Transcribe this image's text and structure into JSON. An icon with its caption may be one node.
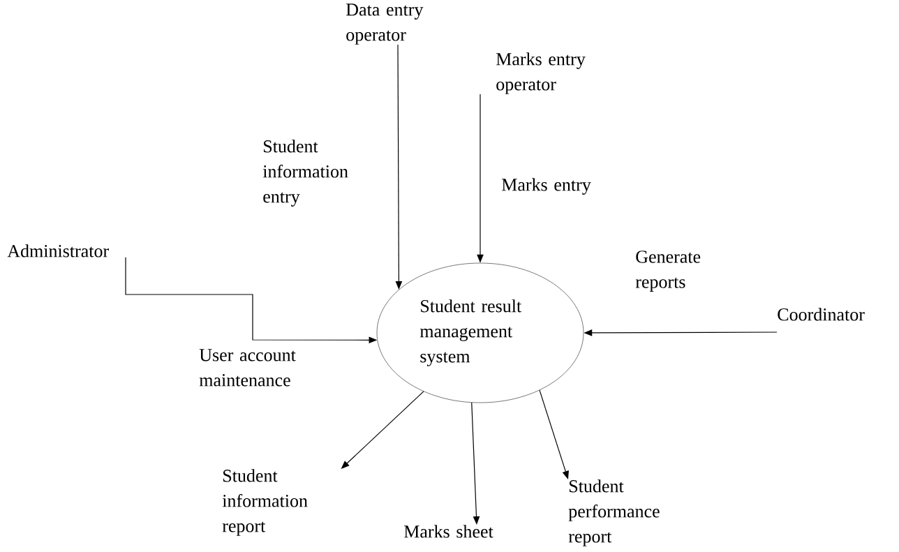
{
  "diagram": {
    "nodes": [
      {
        "text": [
          "Data entry operator"
        ]
      },
      {
        "text": [
          "Marks entry operator"
        ]
      },
      {
        "text": [
          "Administrator"
        ]
      },
      {
        "text": [
          "Student result management system"
        ]
      },
      {
        "text": [
          "Coordinator"
        ]
      },
      {
        "text": [
          "Student information report"
        ]
      },
      {
        "text": [
          "Marks sheet"
        ]
      },
      {
        "text": [
          "Student performance report"
        ]
      }
    ],
    "edges": [
      {
        "from": 0,
        "to": 3,
        "arrow": "to",
        "label": "Student information entry"
      },
      {
        "from": 1,
        "to": 3,
        "arrow": "to",
        "label": "Marks entry"
      },
      {
        "from": 2,
        "to": 3,
        "arrow": "to",
        "label": "User account maintenance"
      },
      {
        "from": 4,
        "to": 3,
        "arrow": "to",
        "label": "Generate reports"
      },
      {
        "from": 3,
        "to": 5,
        "arrow": "to"
      },
      {
        "from": 3,
        "to": 6,
        "arrow": "to"
      },
      {
        "from": 3,
        "to": 7,
        "arrow": "to"
      }
    ]
  }
}
